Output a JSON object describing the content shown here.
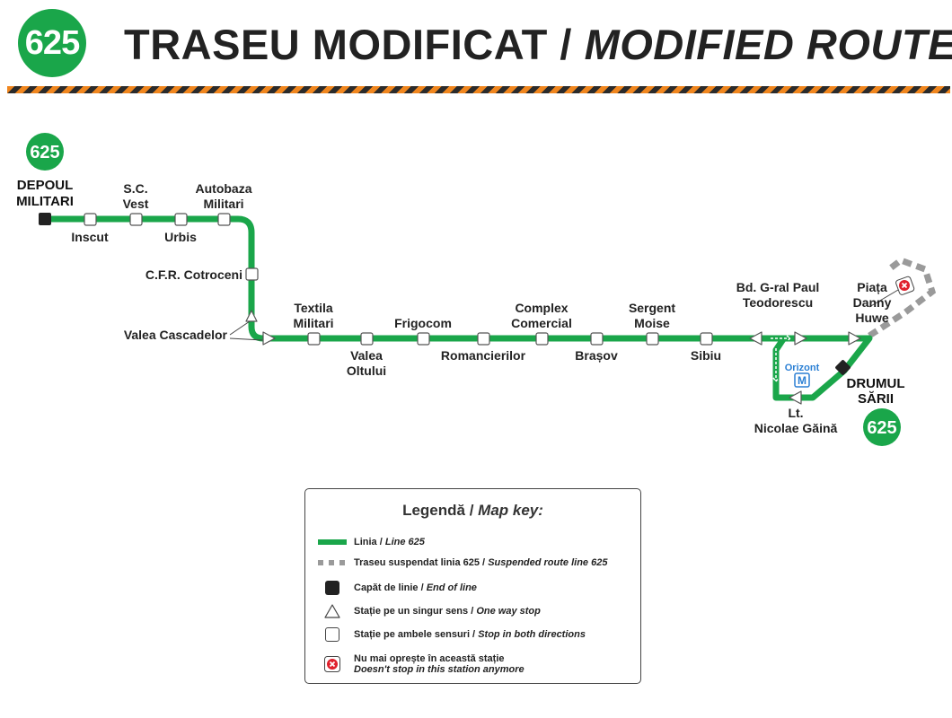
{
  "header": {
    "route_number": "625",
    "title_ro": "TRASEU MODIFICAT /",
    "title_en": "MODIFIED ROUTE"
  },
  "colors": {
    "route_green": "#1aa64a",
    "suspended_gray": "#9a9a9a",
    "hazard_orange": "#f0861e",
    "hazard_dark": "#2b2b2b",
    "metro_blue": "#2a7fd4",
    "no_stop_red": "#e0202c"
  },
  "map": {
    "terminal_start": {
      "line1": "DEPOUL",
      "line2": "MILITARI",
      "badge": "625"
    },
    "terminal_end": {
      "line1": "DRUMUL",
      "line2": "SĂRII",
      "badge": "625"
    },
    "stations": {
      "inscut": "Inscut",
      "sc_vest": [
        "S.C.",
        "Vest"
      ],
      "urbis": "Urbis",
      "autobaza": [
        "Autobaza",
        "Militari"
      ],
      "cfr": "C.F.R. Cotroceni",
      "valea_cascadelor": "Valea Cascadelor",
      "textila": [
        "Textila",
        "Militari"
      ],
      "valea_oltului": [
        "Valea",
        "Oltului"
      ],
      "frigocom": "Frigocom",
      "romancierilor": "Romancierilor",
      "complex": [
        "Complex",
        "Comercial"
      ],
      "brasov": "Brașov",
      "sergent": [
        "Sergent",
        "Moise"
      ],
      "sibiu": "Sibiu",
      "bd_gral": [
        "Bd. G-ral Paul",
        "Teodorescu"
      ],
      "piata": [
        "Piața",
        "Danny",
        "Huwe"
      ],
      "lt_gaina": [
        "Lt.",
        "Nicolae Găină"
      ]
    },
    "metro": {
      "name": "Orizont",
      "symbol": "M"
    },
    "icons": [
      "end-of-line-square",
      "one-way-stop-triangle",
      "two-way-stop-square",
      "no-stop-icon",
      "metro-icon"
    ]
  },
  "legend": {
    "title_ro": "Legendă /",
    "title_en": "Map key:",
    "items": [
      {
        "ro": "Linia /",
        "en": "Line 625"
      },
      {
        "ro": "Traseu suspendat linia 625 /",
        "en": "Suspended route line 625"
      },
      {
        "ro": "Capăt de linie /",
        "en": "End of line"
      },
      {
        "ro": "Stație pe un singur sens /",
        "en": "One way stop"
      },
      {
        "ro": "Stație pe ambele sensuri /",
        "en": "Stop in both directions"
      },
      {
        "ro": "Nu mai oprește în această stație",
        "en": "Doesn't stop in this station anymore"
      }
    ]
  }
}
